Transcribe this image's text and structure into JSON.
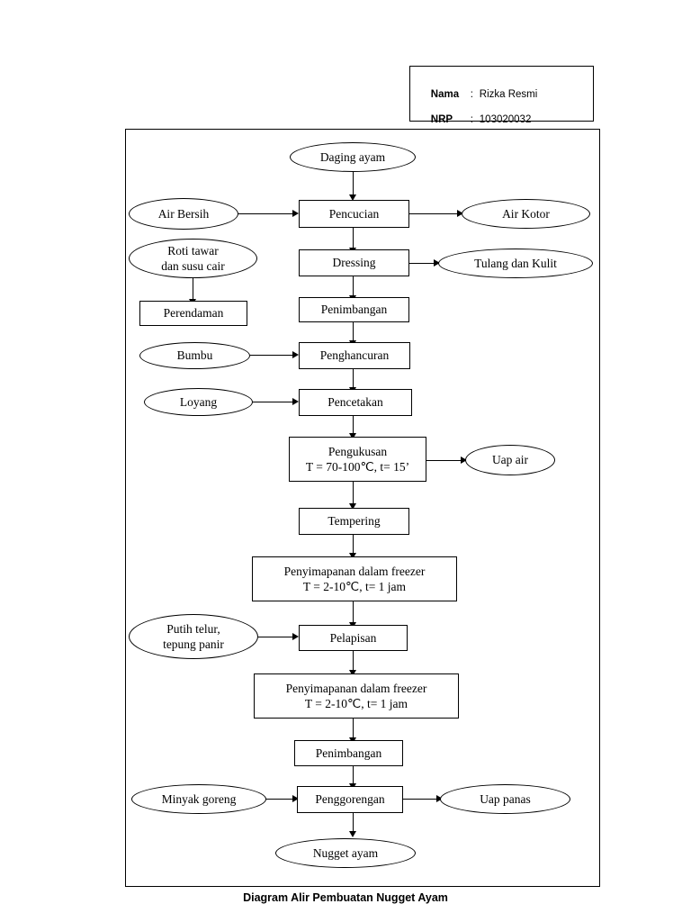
{
  "header": {
    "name_label": "Nama",
    "name_value": "Rizka Resmi",
    "nrp_label": "NRP",
    "nrp_value": "103020032",
    "colon": ":"
  },
  "caption": "Diagram Alir Pembuatan Nugget Ayam",
  "nodes": [
    {
      "id": "daging-ayam",
      "shape": "ellipse",
      "line1": "Daging ayam",
      "line2": ""
    },
    {
      "id": "air-bersih",
      "shape": "ellipse",
      "line1": "Air Bersih",
      "line2": ""
    },
    {
      "id": "pencucian",
      "shape": "rect",
      "line1": "Pencucian",
      "line2": ""
    },
    {
      "id": "air-kotor",
      "shape": "ellipse",
      "line1": "Air Kotor",
      "line2": ""
    },
    {
      "id": "roti-tawar",
      "shape": "ellipse",
      "line1": "Roti tawar",
      "line2": "dan susu cair"
    },
    {
      "id": "dressing",
      "shape": "rect",
      "line1": "Dressing",
      "line2": ""
    },
    {
      "id": "tulang-dan-kulit",
      "shape": "ellipse",
      "line1": "Tulang dan Kulit",
      "line2": ""
    },
    {
      "id": "perendaman",
      "shape": "rect",
      "line1": "Perendaman",
      "line2": ""
    },
    {
      "id": "penimbangan-1",
      "shape": "rect",
      "line1": "Penimbangan",
      "line2": ""
    },
    {
      "id": "bumbu",
      "shape": "ellipse",
      "line1": "Bumbu",
      "line2": ""
    },
    {
      "id": "penghancuran",
      "shape": "rect",
      "line1": "Penghancuran",
      "line2": ""
    },
    {
      "id": "loyang",
      "shape": "ellipse",
      "line1": "Loyang",
      "line2": ""
    },
    {
      "id": "pencetakan",
      "shape": "rect",
      "line1": "Pencetakan",
      "line2": ""
    },
    {
      "id": "pengukusan",
      "shape": "rect",
      "line1": "Pengukusan",
      "line2": "T = 70-100℃, t= 15’"
    },
    {
      "id": "uap-air",
      "shape": "ellipse",
      "line1": "Uap air",
      "line2": ""
    },
    {
      "id": "tempering",
      "shape": "rect",
      "line1": "Tempering",
      "line2": ""
    },
    {
      "id": "freezer-1",
      "shape": "rect",
      "line1": "Penyimapanan dalam freezer",
      "line2": "T = 2-10℃, t= 1 jam"
    },
    {
      "id": "putih-telur",
      "shape": "ellipse",
      "line1": "Putih telur,",
      "line2": "tepung panir"
    },
    {
      "id": "pelapisan",
      "shape": "rect",
      "line1": "Pelapisan",
      "line2": ""
    },
    {
      "id": "freezer-2",
      "shape": "rect",
      "line1": "Penyimapanan dalam freezer",
      "line2": "T = 2-10℃, t= 1 jam"
    },
    {
      "id": "penimbangan-2",
      "shape": "rect",
      "line1": "Penimbangan",
      "line2": ""
    },
    {
      "id": "minyak-goreng",
      "shape": "ellipse",
      "line1": "Minyak goreng",
      "line2": ""
    },
    {
      "id": "penggorengan",
      "shape": "rect",
      "line1": "Penggorengan",
      "line2": ""
    },
    {
      "id": "uap-panas",
      "shape": "ellipse",
      "line1": "Uap panas",
      "line2": ""
    },
    {
      "id": "nugget-ayam",
      "shape": "ellipse",
      "line1": "Nugget ayam",
      "line2": ""
    }
  ]
}
